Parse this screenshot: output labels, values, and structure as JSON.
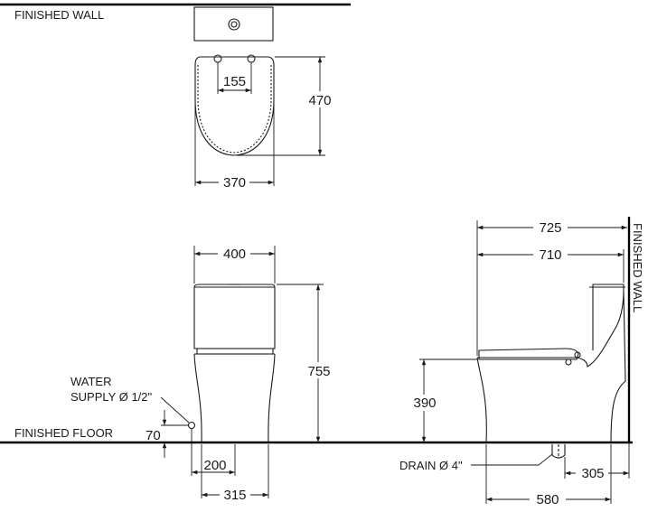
{
  "labels": {
    "finished_wall_top": "FINISHED WALL",
    "finished_wall_side": "FINISHED WALL",
    "finished_floor": "FINISHED FLOOR",
    "water_supply_line1": "WATER",
    "water_supply_line2": "SUPPLY Ø 1/2\"",
    "drain": "DRAIN Ø 4\""
  },
  "dimensions": {
    "bolt_spacing": "155",
    "seat_depth": "470",
    "top_width": "370",
    "front_width": "400",
    "total_height": "755",
    "supply_height": "70",
    "supply_offset": "200",
    "base_width": "315",
    "overall_depth": "725",
    "tank_depth": "710",
    "seat_height": "390",
    "wall_to_drain": "305",
    "base_depth": "580"
  }
}
